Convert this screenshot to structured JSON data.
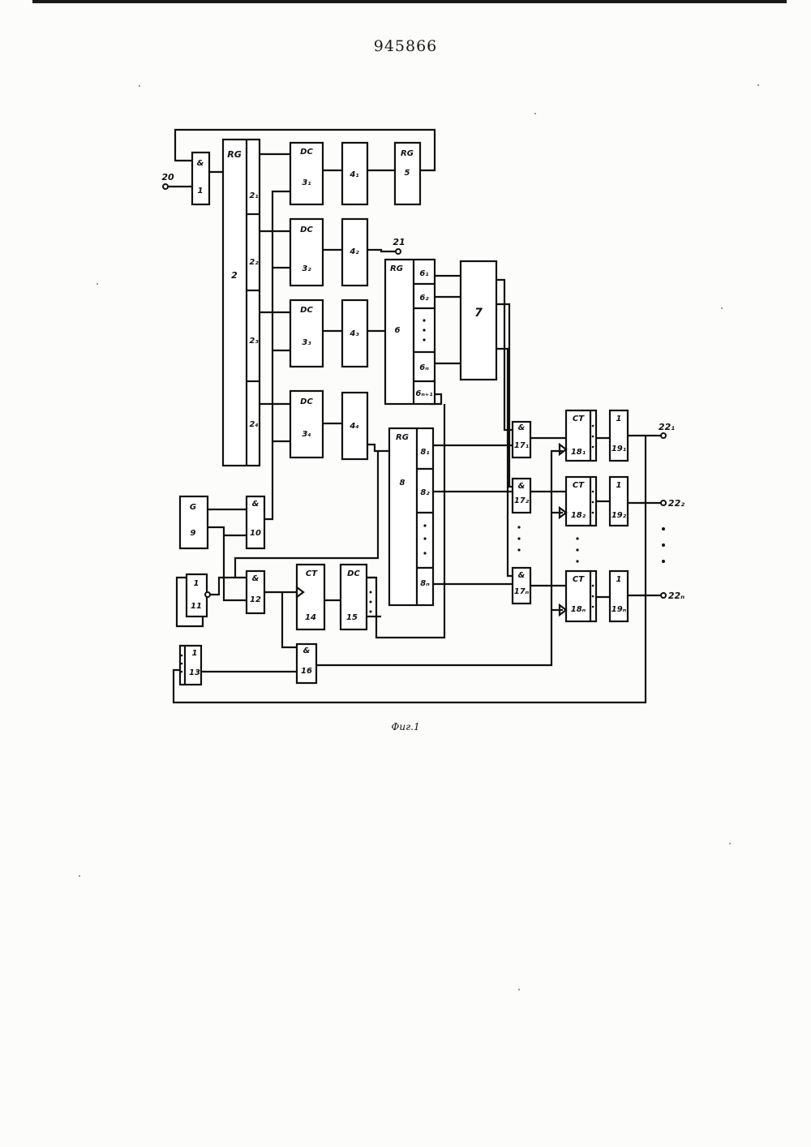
{
  "header": {
    "patent_number": "945866"
  },
  "caption": "Фиг.1",
  "blocks": {
    "b1": {
      "top": "&",
      "num": "1"
    },
    "b2": {
      "num": "2",
      "tag": "RG",
      "sections": [
        "2₁",
        "2₂",
        "2₃",
        "2₄"
      ]
    },
    "b3": {
      "tag": "DC",
      "items": [
        "3₁",
        "3₂",
        "3₃",
        "3₄"
      ]
    },
    "b4": {
      "items": [
        "4₁",
        "4₂",
        "4₃",
        "4₄"
      ]
    },
    "b5": {
      "tag": "RG",
      "num": "5"
    },
    "b6": {
      "tag": "RG",
      "num": "6",
      "cells": [
        "6₁",
        "6₂",
        "6ₙ",
        "6ₙ₊₁"
      ]
    },
    "b7": {
      "num": "7"
    },
    "b8": {
      "tag": "RG",
      "num": "8",
      "cells": [
        "8₁",
        "8₂",
        "8ₙ"
      ]
    },
    "b9": {
      "top": "G",
      "num": "9"
    },
    "b10": {
      "top": "&",
      "num": "10"
    },
    "b11": {
      "top": "1",
      "num": "11"
    },
    "b12": {
      "top": "&",
      "num": "12"
    },
    "b13": {
      "top": "1",
      "num": "13"
    },
    "b14": {
      "tag": "CT",
      "num": "14"
    },
    "b15": {
      "tag": "DC",
      "num": "15"
    },
    "b16": {
      "top": "&",
      "num": "16"
    },
    "b17": {
      "top": "&",
      "items": [
        "17₁",
        "17₂",
        "17ₙ"
      ]
    },
    "b18": {
      "tag": "CT",
      "items": [
        "18₁",
        "18₂",
        "18ₙ"
      ]
    },
    "b19": {
      "top": "1",
      "items": [
        "19₁",
        "19₂",
        "19ₙ"
      ]
    }
  },
  "terminals": {
    "t20": "20",
    "t21": "21",
    "t22": [
      "22₁",
      "22₂",
      "22ₙ"
    ]
  }
}
